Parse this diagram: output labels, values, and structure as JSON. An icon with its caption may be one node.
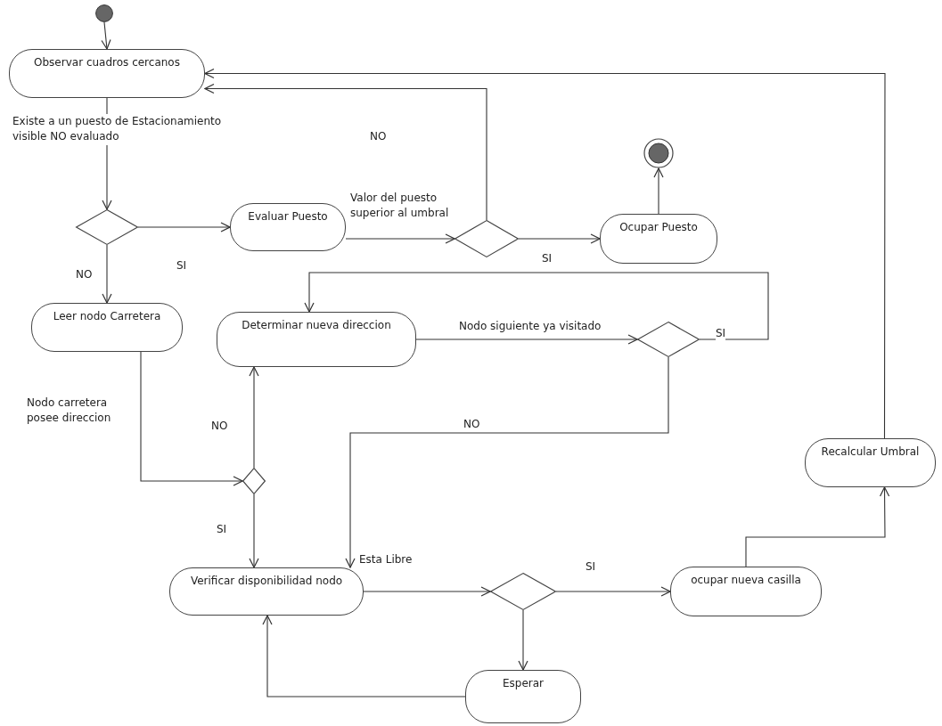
{
  "diagram": {
    "nodes": [
      {
        "text": [],
        "shape": "circle"
      },
      {
        "text": [
          "Observar cuadros cercanos"
        ]
      },
      {
        "text": [],
        "shape": "diamond"
      },
      {
        "text": [
          "Evaluar Puesto"
        ]
      },
      {
        "text": [],
        "shape": "diamond"
      },
      {
        "text": [],
        "shape": "circle"
      },
      {
        "text": [
          "Ocupar Puesto"
        ]
      },
      {
        "text": [
          "Leer nodo Carretera"
        ]
      },
      {
        "text": [
          "Determinar nueva direccion"
        ]
      },
      {
        "text": [],
        "shape": "diamond"
      },
      {
        "text": [],
        "shape": "diamond"
      },
      {
        "text": [
          "Verificar disponibilidad nodo"
        ]
      },
      {
        "text": [],
        "shape": "diamond"
      },
      {
        "text": [
          "ocupar nueva casilla"
        ]
      },
      {
        "text": [
          "Recalcular Umbral"
        ]
      },
      {
        "text": [
          "Esperar"
        ]
      }
    ],
    "edges": [
      {
        "from": 0,
        "to": 1,
        "arrow": "to"
      },
      {
        "from": 1,
        "to": 2,
        "arrow": "to",
        "label": "Existe a un puesto de Estacionamiento visible NO evaluado"
      },
      {
        "from": 2,
        "to": 3,
        "arrow": "to",
        "label": "SI"
      },
      {
        "from": 2,
        "to": 7,
        "arrow": "to",
        "label": "NO"
      },
      {
        "from": 3,
        "to": 4,
        "arrow": "to",
        "label": "Valor del puesto superior al umbral"
      },
      {
        "from": 4,
        "to": 1,
        "arrow": "to",
        "label": "NO"
      },
      {
        "from": 4,
        "to": 6,
        "arrow": "to",
        "label": "SI"
      },
      {
        "from": 6,
        "to": 5,
        "arrow": "to"
      },
      {
        "from": 7,
        "to": 10,
        "arrow": "to",
        "label": "Nodo carretera posee direccion"
      },
      {
        "from": 10,
        "to": 8,
        "arrow": "to",
        "label": "NO"
      },
      {
        "from": 10,
        "to": 11,
        "arrow": "to",
        "label": "SI"
      },
      {
        "from": 8,
        "to": 9,
        "arrow": "to",
        "label": "Nodo siguiente ya visitado"
      },
      {
        "from": 9,
        "to": 8,
        "arrow": "to",
        "label": "SI"
      },
      {
        "from": 9,
        "to": 11,
        "arrow": "to",
        "label": "NO"
      },
      {
        "from": 11,
        "to": 12,
        "arrow": "to",
        "label": "Esta Libre"
      },
      {
        "from": 12,
        "to": 13,
        "arrow": "to",
        "label": "SI"
      },
      {
        "from": 12,
        "to": 15,
        "arrow": "to"
      },
      {
        "from": 15,
        "to": 11,
        "arrow": "to"
      },
      {
        "from": 13,
        "to": 14,
        "arrow": "to"
      },
      {
        "from": 14,
        "to": 1,
        "arrow": "to"
      }
    ]
  }
}
